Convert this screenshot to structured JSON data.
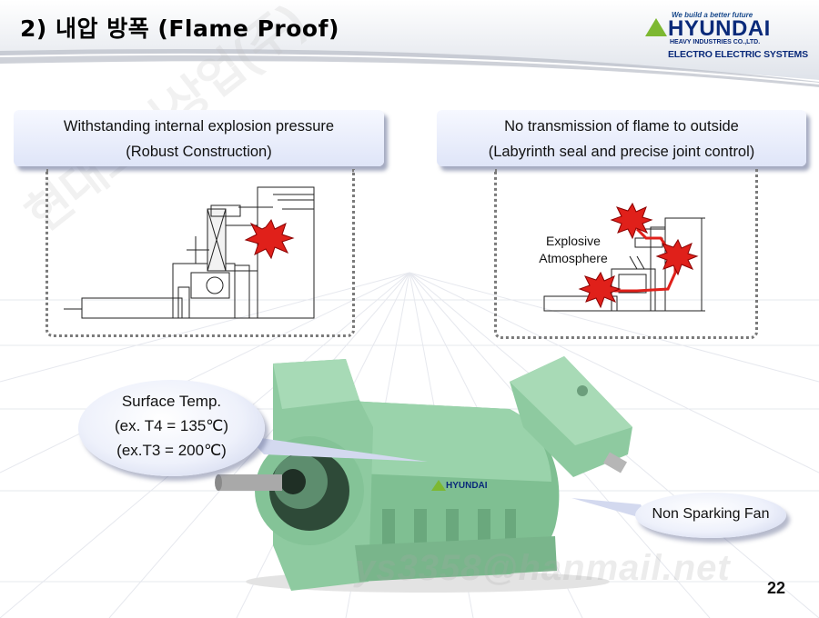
{
  "header": {
    "title": "2) 내압 방폭 (Flame Proof)"
  },
  "logo": {
    "tagline": "We build a better future",
    "brand": "HYUNDAI",
    "subbrand": "HEAVY INDUSTRIES CO.,LTD.",
    "division": "ELECTRO ELECTRIC SYSTEMS"
  },
  "boxes": {
    "left": {
      "line1": "Withstanding internal explosion pressure",
      "line2": "(Robust  Construction)"
    },
    "right": {
      "line1": "No transmission of flame to outside",
      "line2": "(Labyrinth seal and precise joint control)"
    }
  },
  "diagram_right": {
    "label_line1": "Explosive",
    "label_line2": "Atmosphere"
  },
  "callouts": {
    "surface": {
      "line1": "Surface Temp.",
      "line2": "(ex. T4 = 135℃)",
      "line3": "(ex.T3 = 200℃)"
    },
    "fan": "Non Sparking Fan"
  },
  "motor": {
    "badge": "HYUNDAI"
  },
  "watermarks": {
    "email": "ys3358@hanmail.net",
    "korean": "현대모터상업(주)"
  },
  "page_number": "22",
  "colors": {
    "motor_green": "#8ec9a0",
    "flame_red": "#e0201a",
    "brand_blue": "#0a2a7a",
    "logo_green": "#7db831"
  }
}
